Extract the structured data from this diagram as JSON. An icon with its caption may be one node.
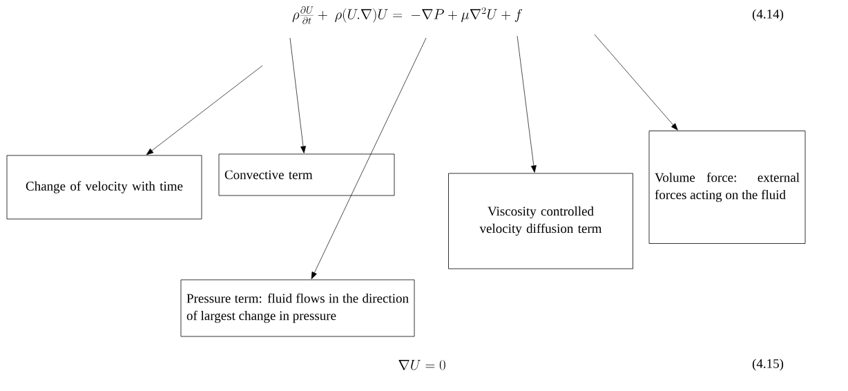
{
  "diagram": {
    "nodes": [
      {
        "text": [
          "Change of velocity with time"
        ]
      },
      {
        "text": [
          "Convective term"
        ]
      },
      {
        "text": [
          "Viscosity controlled velocity diffusion term"
        ]
      },
      {
        "text": [
          "Volume force: external forces acting on the fluid"
        ]
      },
      {
        "text": [
          "Pressure term: fluid flows in the direction of largest change in pressure"
        ]
      }
    ],
    "edges": [
      {
        "from": null,
        "to": 0,
        "arrow": "to"
      },
      {
        "from": null,
        "to": 1,
        "arrow": "to"
      },
      {
        "from": null,
        "to": 4,
        "arrow": "to"
      },
      {
        "from": null,
        "to": 2,
        "arrow": "to"
      },
      {
        "from": null,
        "to": 3,
        "arrow": "to"
      }
    ],
    "labels": [
      "\\rho\\frac{\\partial U}{\\partial t}+\\ \\rho(U.\\nabla)U=\\ -\\nabla P+\\mu\\nabla^{2}U+f",
      "(4.14)",
      "\\nabla U=0",
      "(4.15)"
    ]
  }
}
